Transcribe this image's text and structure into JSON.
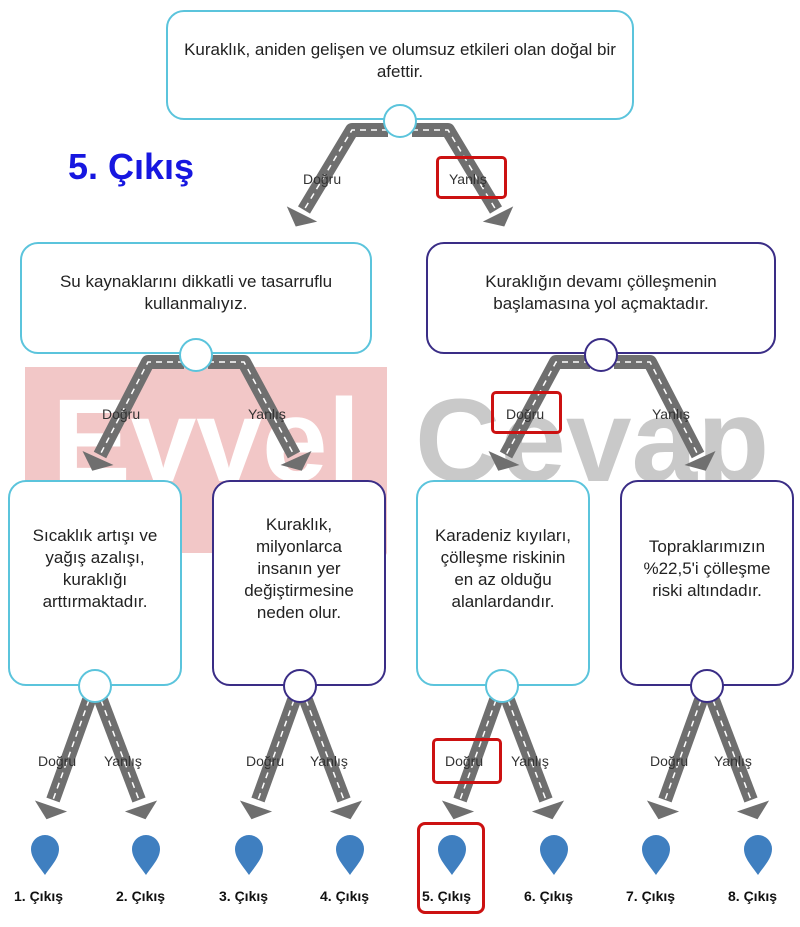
{
  "result_label": "5. Çıkış",
  "watermark": {
    "left": "Evvel",
    "right": "Cevap"
  },
  "root": {
    "text": "Kuraklık, aniden gelişen ve olumsuz etkileri olan doğal bir afettir."
  },
  "level2": [
    {
      "text": "Su kaynaklarını dikkatli ve tasarruflu kullanmalıyız."
    },
    {
      "text": "Kuraklığın devamı çölleşmenin başlamasına yol açmaktadır."
    }
  ],
  "level3": [
    {
      "text": "Sıcaklık artışı ve yağış azalışı, kuraklığı arttırmaktadır."
    },
    {
      "text": "Kuraklık, milyonlarca insanın yer değiştirmesine neden olur."
    },
    {
      "text": "Karadeniz kıyıları, çölleşme riskinin en az olduğu alanlardandır."
    },
    {
      "text": "Topraklarımızın %22,5'i çölleşme riski altındadır."
    }
  ],
  "labels": {
    "true": "Doğru",
    "false": "Yanlış"
  },
  "outputs": [
    "1. Çıkış",
    "2. Çıkış",
    "3. Çıkış",
    "4. Çıkış",
    "5. Çıkış",
    "6. Çıkış",
    "7. Çıkış",
    "8. Çıkış"
  ],
  "colors": {
    "cyan_border": "#5bc4dc",
    "purple_border": "#3a2d86",
    "highlight": "#cc1111",
    "pin": "#3f7fc0",
    "result": "#1717e0"
  }
}
